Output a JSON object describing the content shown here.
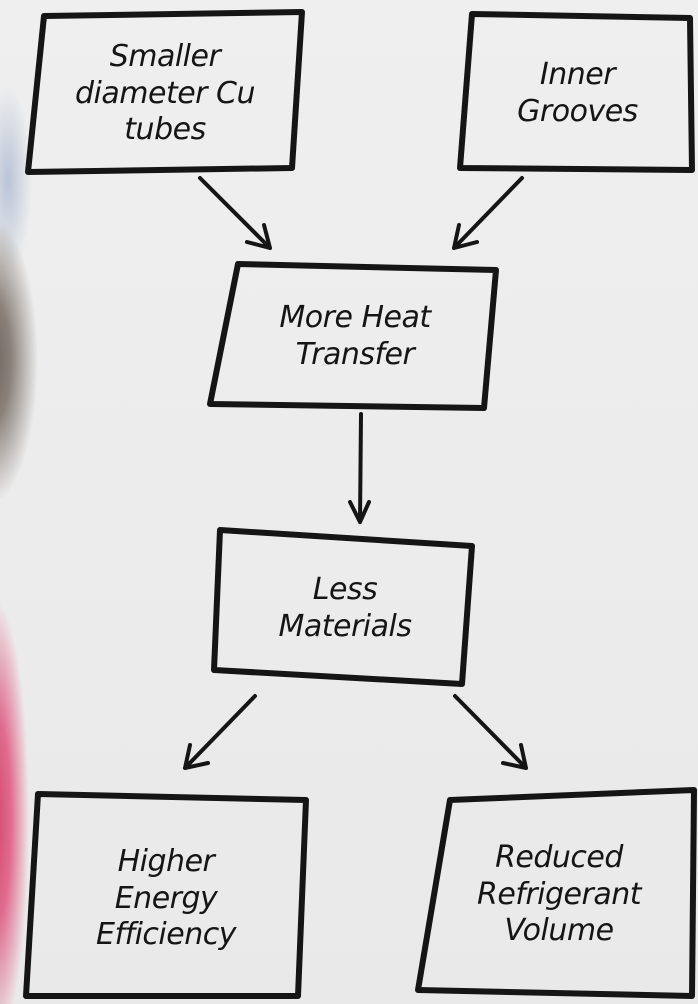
{
  "nodes": {
    "smaller_tubes": {
      "label": "Smaller\ndiameter Cu\ntubes"
    },
    "inner_grooves": {
      "label": "Inner\nGrooves"
    },
    "more_heat": {
      "label": "More Heat\nTransfer"
    },
    "less_materials": {
      "label": "Less\nMaterials"
    },
    "higher_efficiency": {
      "label": "Higher\nEnergy\nEfficiency"
    },
    "reduced_refrigerant": {
      "label": "Reduced\nRefrigerant\nVolume"
    }
  },
  "colors": {
    "ink": "#151515",
    "background": "#ececec"
  }
}
